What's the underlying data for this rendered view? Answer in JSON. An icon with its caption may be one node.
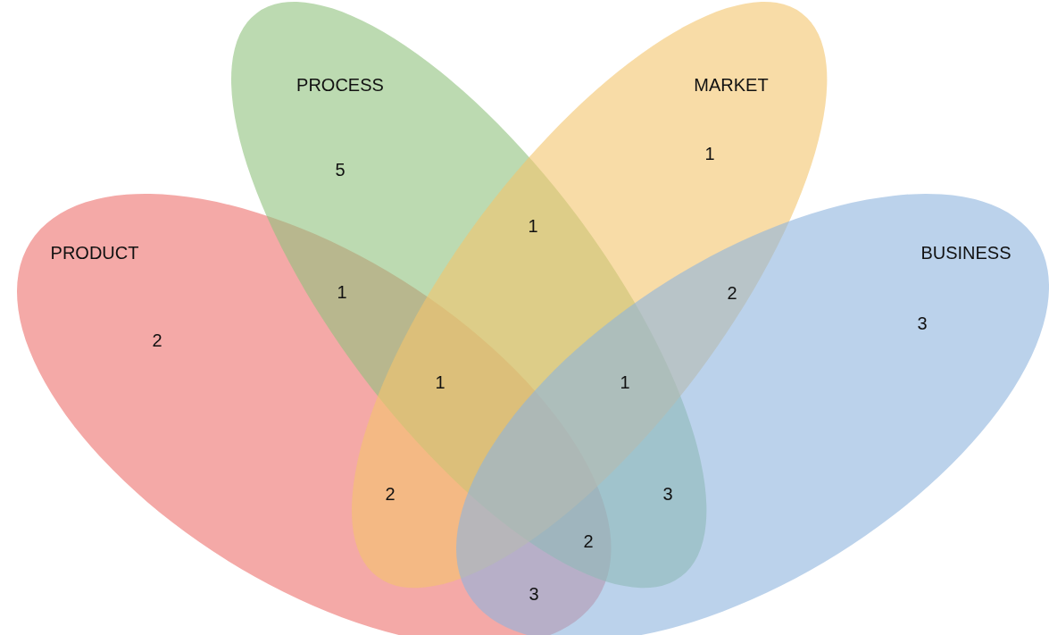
{
  "diagram": {
    "nodes": [
      {
        "text": [
          "PROCESS",
          "5"
        ]
      },
      {
        "text": [
          "MARKET",
          "1"
        ]
      },
      {
        "text": [
          "PRODUCT",
          "2"
        ]
      },
      {
        "text": [
          "BUSINESS",
          "3"
        ]
      }
    ],
    "labels": [
      "1",
      "1",
      "2",
      "1",
      "1",
      "2",
      "3",
      "2",
      "3"
    ]
  }
}
